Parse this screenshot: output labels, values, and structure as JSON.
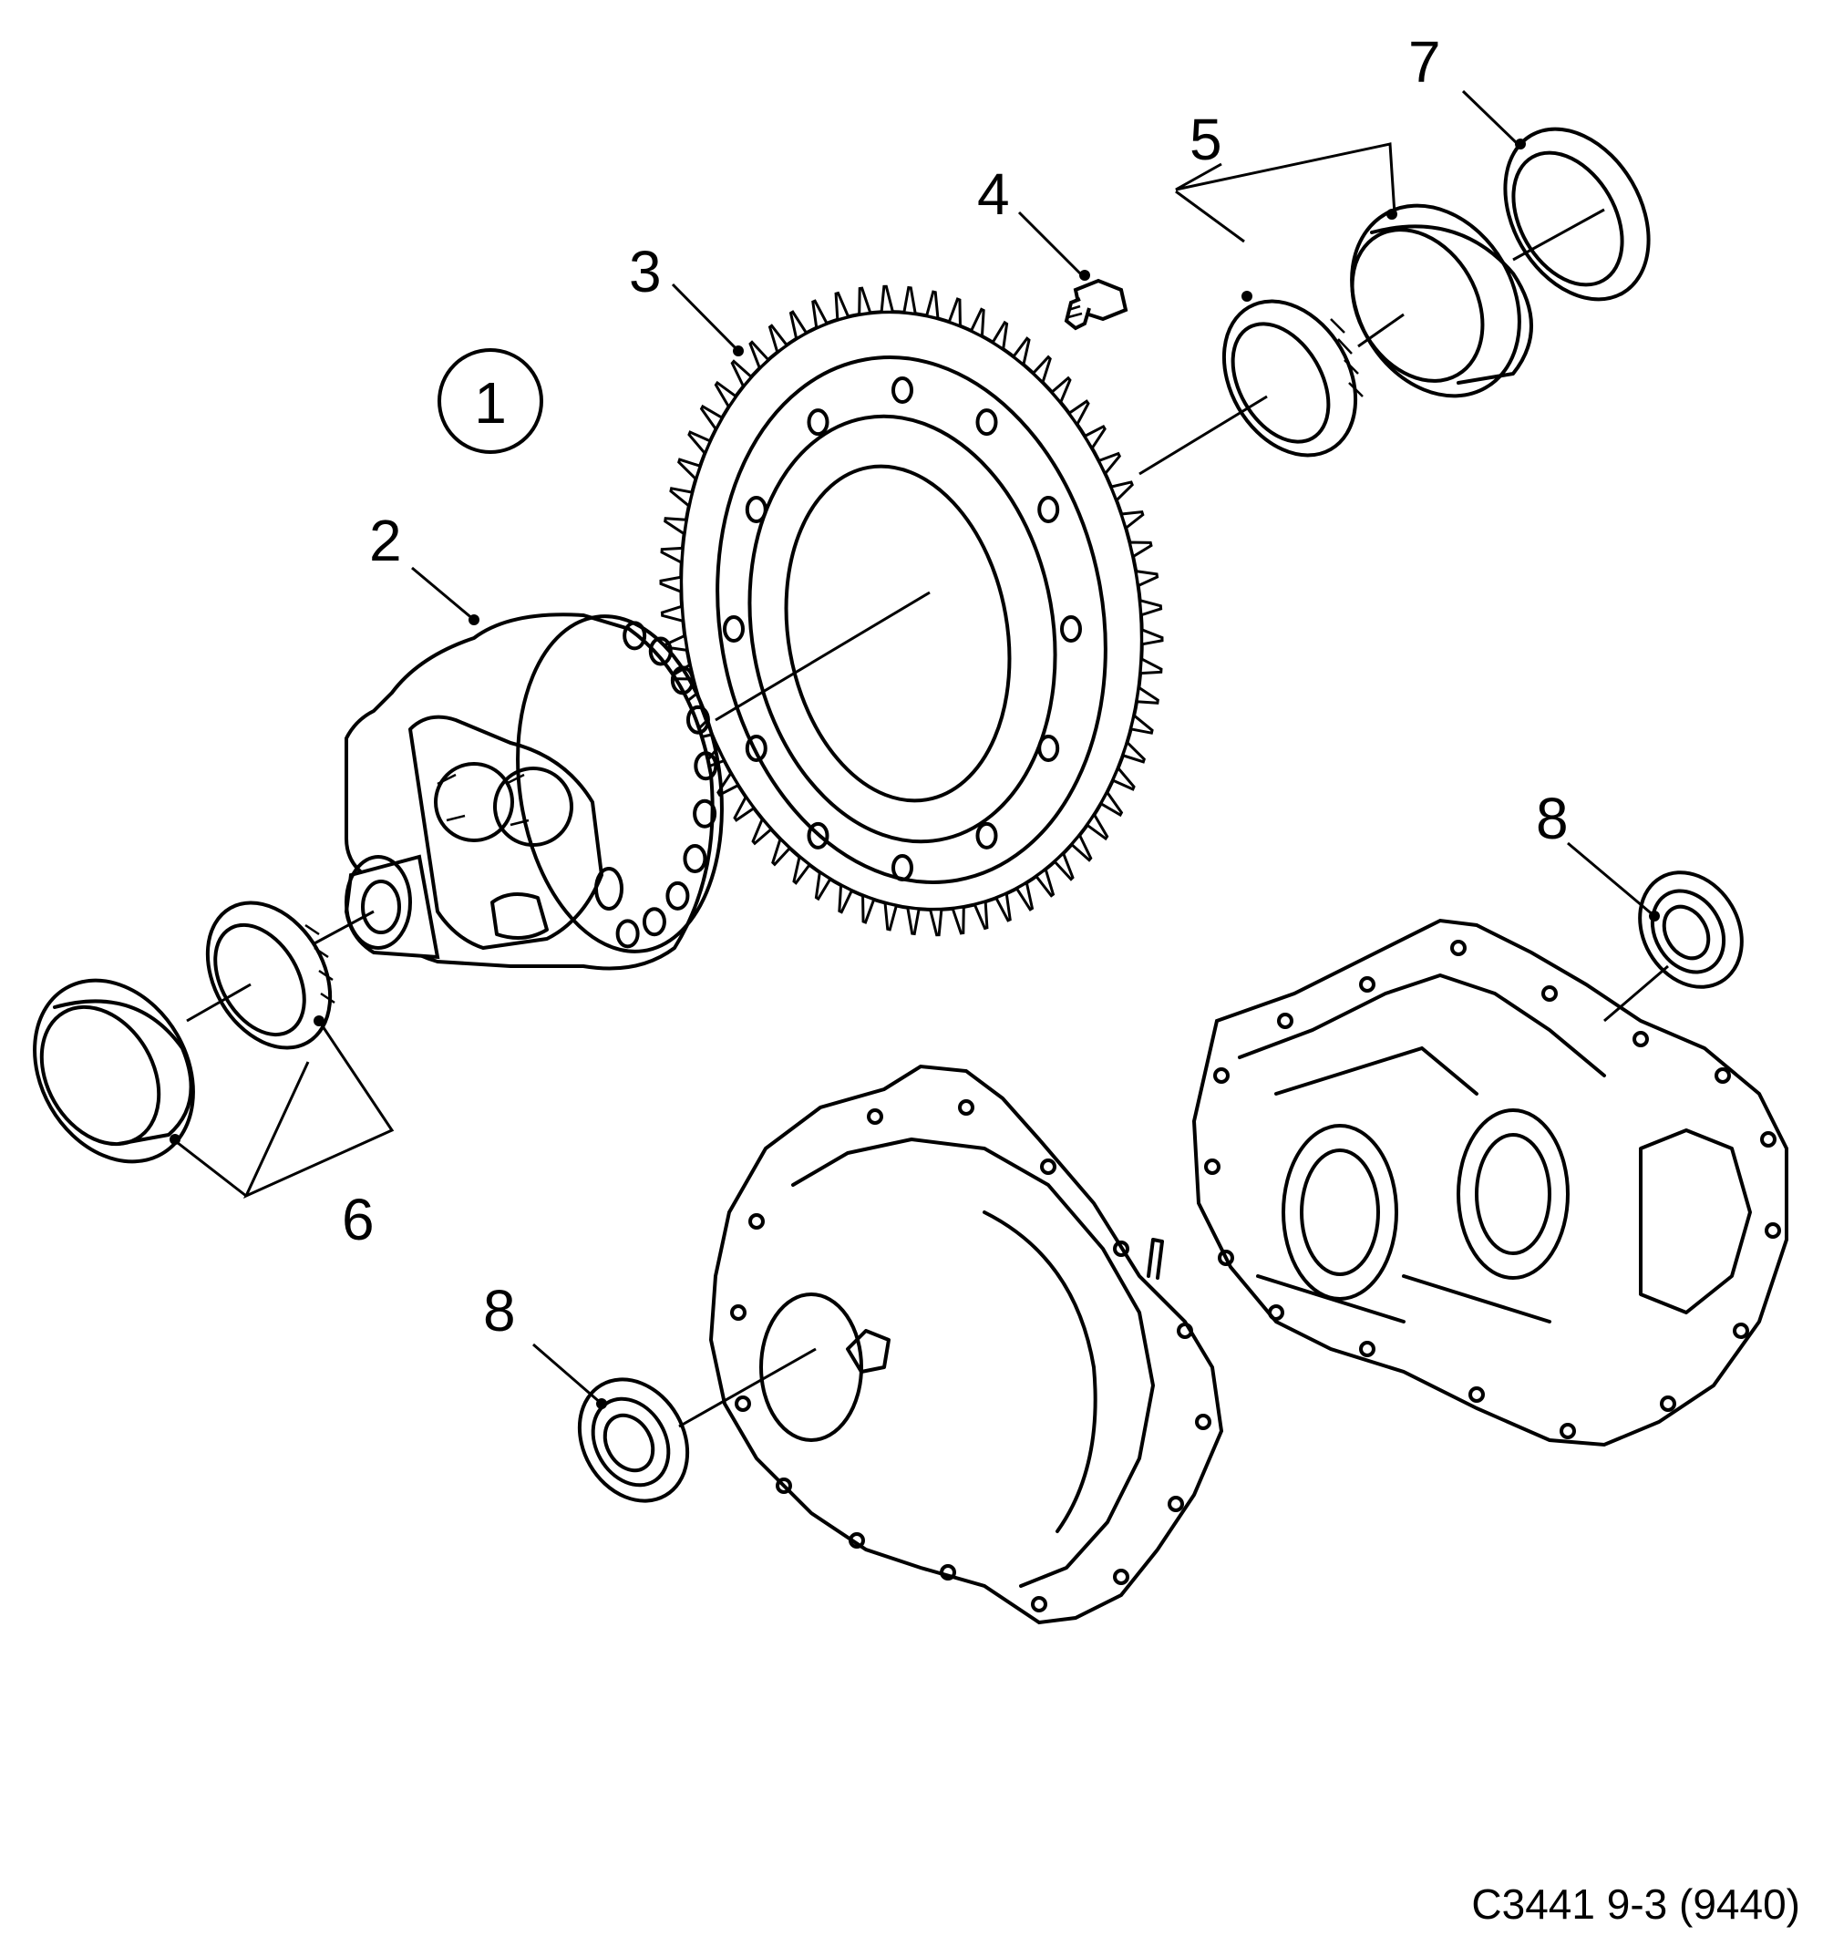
{
  "diagram": {
    "group_marker": "1",
    "callouts": [
      {
        "id": "2",
        "text": "2"
      },
      {
        "id": "3",
        "text": "3"
      },
      {
        "id": "4",
        "text": "4"
      },
      {
        "id": "5",
        "text": "5"
      },
      {
        "id": "6",
        "text": "6"
      },
      {
        "id": "7",
        "text": "7"
      },
      {
        "id": "8a",
        "text": "8"
      },
      {
        "id": "8b",
        "text": "8"
      }
    ],
    "reference": "C3441 9-3 (9440)"
  }
}
